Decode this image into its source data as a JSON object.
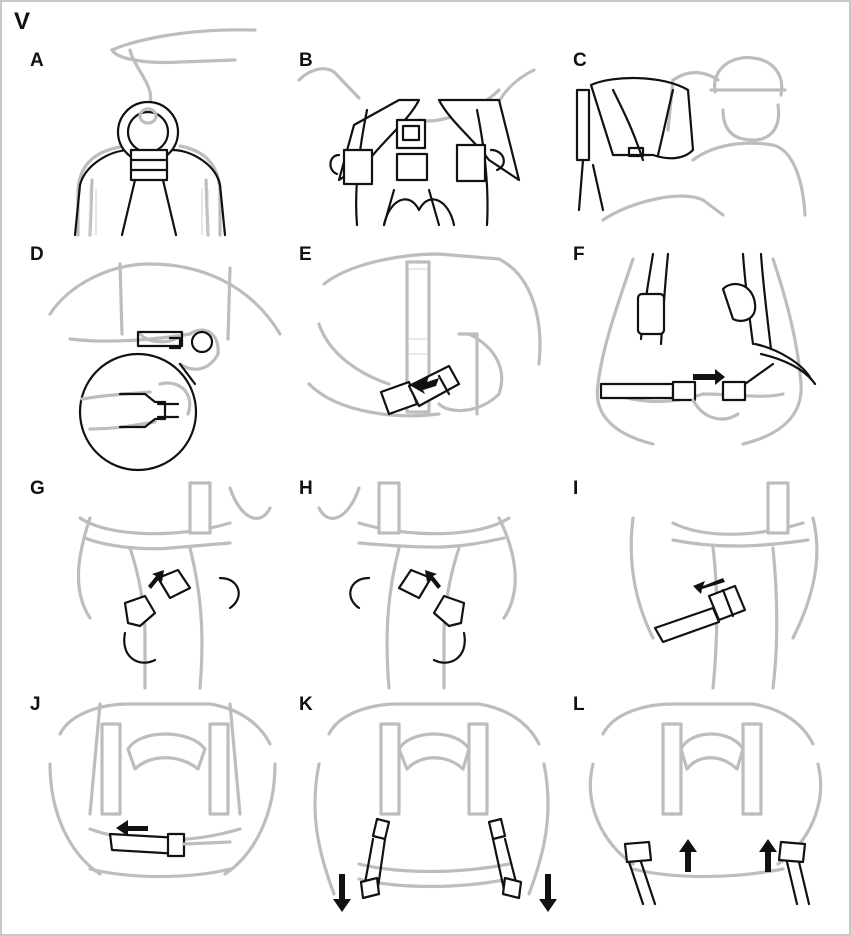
{
  "section": "V",
  "panels": [
    {
      "label": "A"
    },
    {
      "label": "B"
    },
    {
      "label": "C"
    },
    {
      "label": "D"
    },
    {
      "label": "E"
    },
    {
      "label": "F"
    },
    {
      "label": "G"
    },
    {
      "label": "H"
    },
    {
      "label": "I"
    },
    {
      "label": "J"
    },
    {
      "label": "K"
    },
    {
      "label": "L"
    }
  ],
  "colors": {
    "line_gray": "#bdbdbd",
    "ink": "#111111",
    "border": "#c7c7c7"
  }
}
